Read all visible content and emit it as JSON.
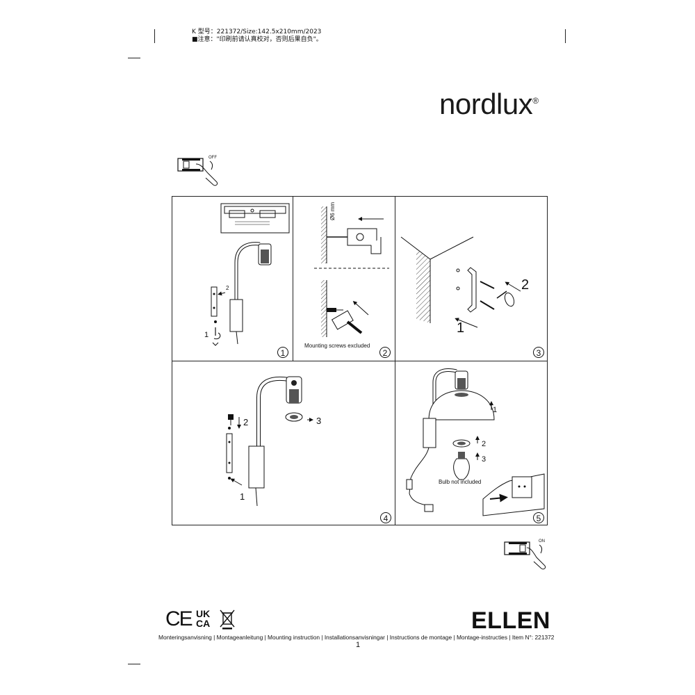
{
  "print_note": {
    "line1": "K 型号：221372/Size:142.5x210mm/2023",
    "line2": "■注意：\"印刷前请认真校对，否则后果自负\"。"
  },
  "brand": {
    "name": "nordlux",
    "registered": "®"
  },
  "switch_off": {
    "label": "OFF"
  },
  "switch_on": {
    "label": "ON"
  },
  "panels": {
    "p1": {
      "number": "1",
      "label_1": "1",
      "label_2": "2"
    },
    "p2": {
      "number": "2",
      "drill_label": "Ø6 mm",
      "caption": "Mounting screws excluded"
    },
    "p3": {
      "number": "3",
      "label_1": "1",
      "label_2": "2"
    },
    "p4": {
      "number": "4",
      "label_1": "1",
      "label_2": "2",
      "label_3": "3"
    },
    "p5": {
      "number": "5",
      "label_1": "1",
      "label_2": "2",
      "label_3": "3",
      "caption": "Bulb not included"
    }
  },
  "certifications": {
    "ce": "CE",
    "ukca_top": "UK",
    "ukca_bottom": "CA"
  },
  "product_name": "ELLEN",
  "footer": "Monteringsanvisning | Montageanleitung | Mounting instruction | Installationsanvisningar | Instructions de montage | Montage-instructies | Item N°: 221372",
  "page_number": "1"
}
